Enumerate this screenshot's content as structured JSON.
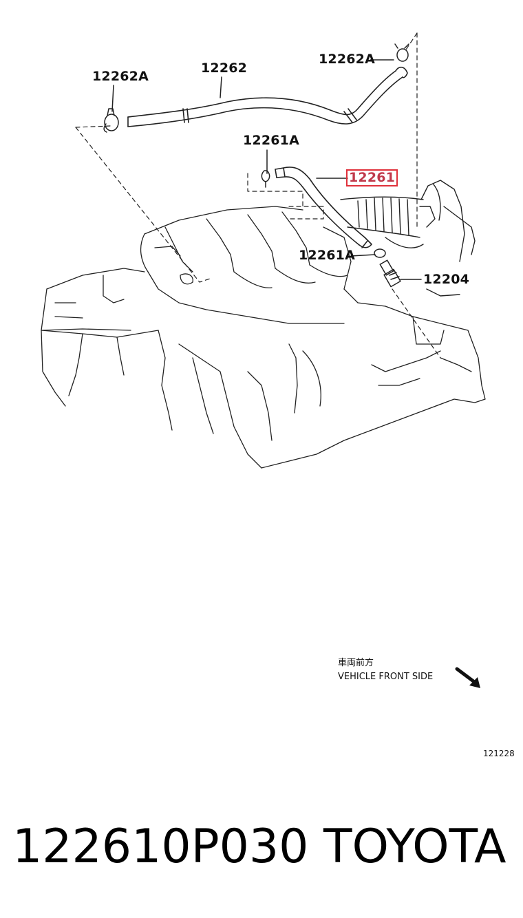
{
  "diagram": {
    "callouts": {
      "c_12262A_left": "12262A",
      "c_12262": "12262",
      "c_12262A_right": "12262A",
      "c_12261A_top": "12261A",
      "c_12261": "12261",
      "c_12261A_bottom": "12261A",
      "c_12204": "12204"
    },
    "highlighted_part": "12261",
    "highlight_color": "#e0303a"
  },
  "orientation": {
    "label_jp": "車両前方",
    "label_en": "VEHICLE FRONT SIDE",
    "arrow_icon": "arrow-down-right-icon"
  },
  "figure_code": "121228",
  "footer": {
    "part_number": "122610P030",
    "brand": "TOYOTA"
  }
}
